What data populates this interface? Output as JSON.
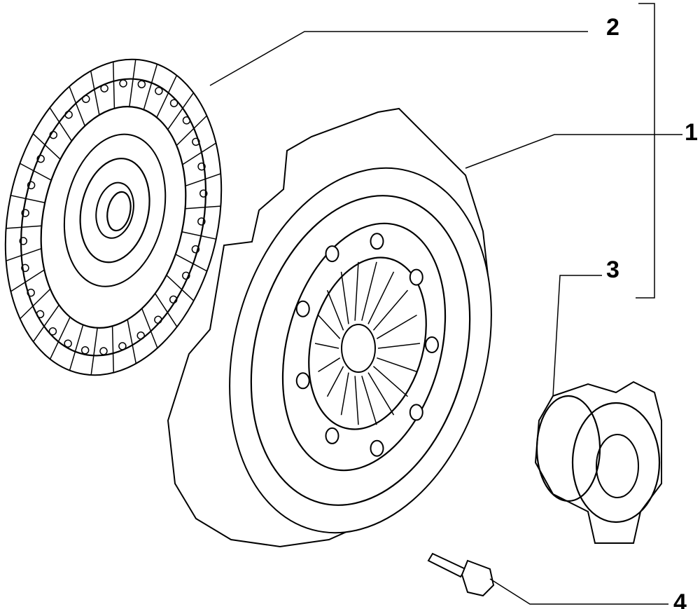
{
  "diagram": {
    "title": "",
    "callouts": [
      {
        "id": "1",
        "label": "1",
        "part": "clutch-pressure-plate"
      },
      {
        "id": "2",
        "label": "2",
        "part": "clutch-disc"
      },
      {
        "id": "3",
        "label": "3",
        "part": "release-bearing"
      },
      {
        "id": "4",
        "label": "4",
        "part": "bolt"
      }
    ],
    "colors": {
      "line": "#000000",
      "background": "#ffffff"
    }
  }
}
